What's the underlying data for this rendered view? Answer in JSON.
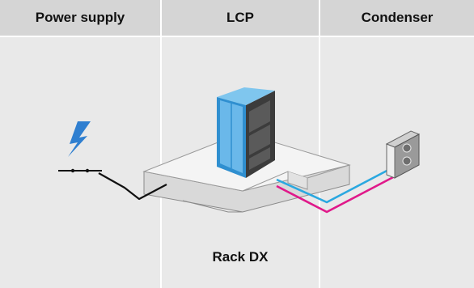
{
  "columns": [
    {
      "label": "Power supply"
    },
    {
      "label": "LCP"
    },
    {
      "label": "Condenser"
    }
  ],
  "caption": "Rack DX",
  "colors": {
    "header_bg": "#d5d5d5",
    "panel_bg": "#e9e9e9",
    "lightning": "#2f7fd0",
    "pipe_blue": "#2aa8e0",
    "pipe_magenta": "#e0198a",
    "cable": "#111111"
  },
  "icons": {
    "power": "lightning-bolt-icon",
    "rack": "server-rack-icon",
    "condenser": "outdoor-condenser-icon"
  }
}
